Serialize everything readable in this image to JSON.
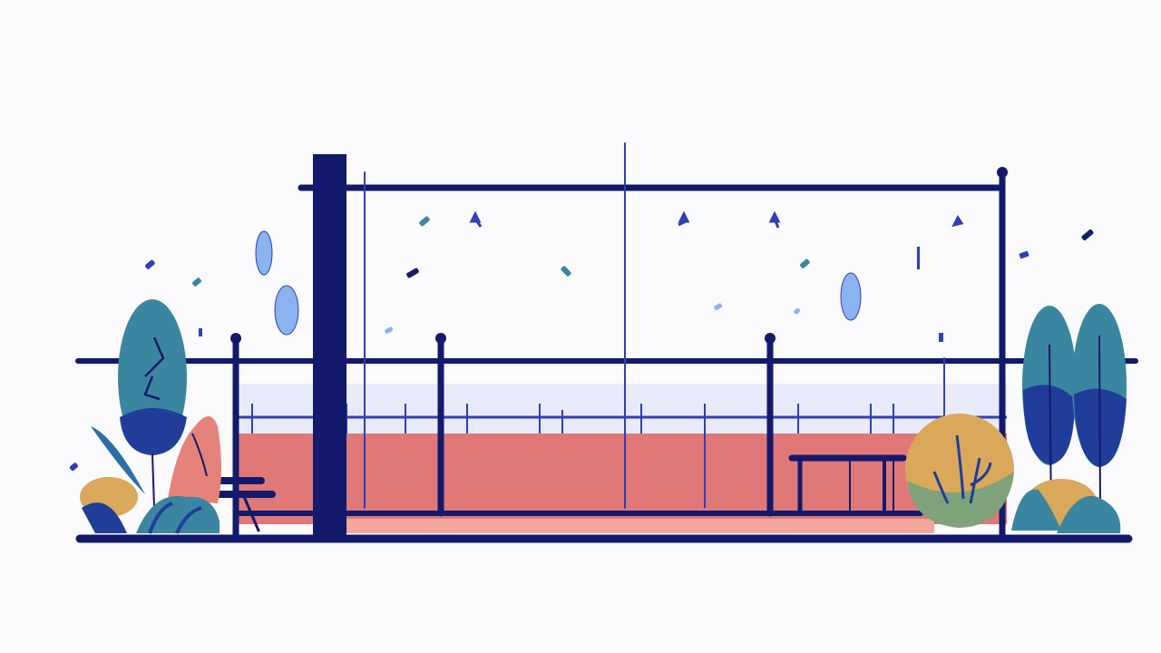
{
  "scene": {
    "description_tag": "flat-illustration",
    "colors": {
      "background": "#fbfafc",
      "navy": "#13196b",
      "blue_accent": "#2f3fb8",
      "court_red": "#e07878",
      "court_sand": "#f1a79a",
      "haze": "#e9ebfb",
      "teal": "#3a86a0",
      "deep_blue": "#1f3d99",
      "leaf_light": "#8ab3ef",
      "mustard": "#d9a85a",
      "sage": "#7fa27a",
      "coral": "#e5837a"
    },
    "elements": {
      "fence": "fence",
      "court": "court",
      "bench": "bench",
      "trees": "trees",
      "bushes": "bushes",
      "confetti": "confetti",
      "leaves": "leaves"
    }
  }
}
